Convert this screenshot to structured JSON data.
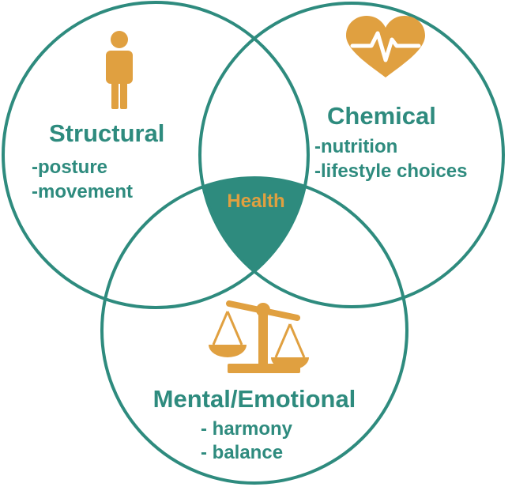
{
  "colors": {
    "teal": "#2e8b7e",
    "gold": "#e0a040",
    "white": "#ffffff"
  },
  "center": {
    "label": "Health"
  },
  "circles": [
    {
      "key": "structural",
      "title": "Structural",
      "items": [
        "-posture",
        "-movement"
      ],
      "icon": "person-icon"
    },
    {
      "key": "chemical",
      "title": "Chemical",
      "items": [
        "-nutrition",
        "-lifestyle choices"
      ],
      "icon": "heart-pulse-icon"
    },
    {
      "key": "mental",
      "title": "Mental/Emotional",
      "items": [
        "- harmony",
        "- balance"
      ],
      "icon": "balance-scale-icon"
    }
  ]
}
